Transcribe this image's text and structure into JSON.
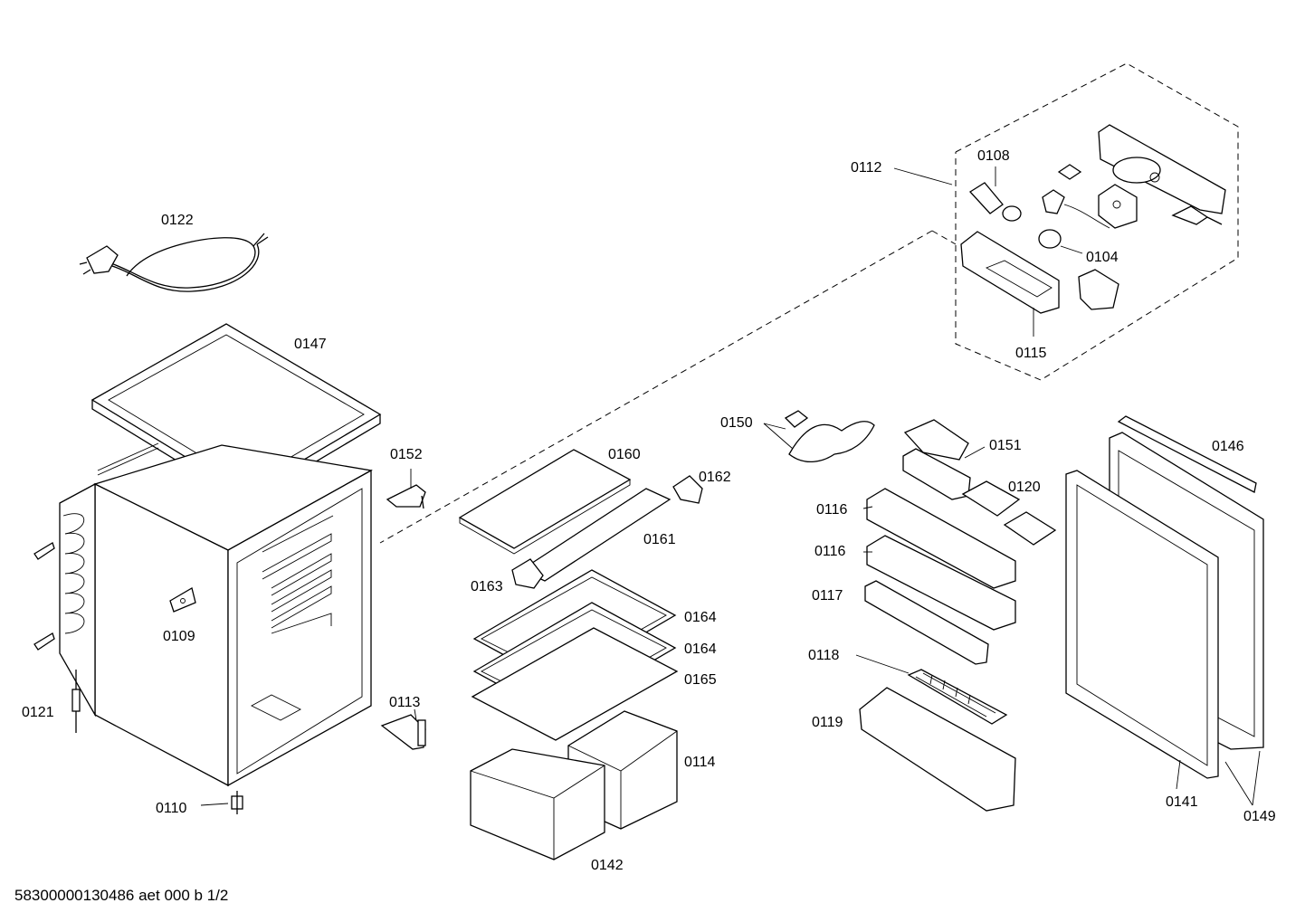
{
  "labels": {
    "p0122": "0122",
    "p0147": "0147",
    "p0152": "0152",
    "p0109": "0109",
    "p0121": "0121",
    "p0110": "0110",
    "p0113": "0113",
    "p0160": "0160",
    "p0162": "0162",
    "p0161": "0161",
    "p0163": "0163",
    "p0164a": "0164",
    "p0164b": "0164",
    "p0165": "0165",
    "p0114": "0114",
    "p0142": "0142",
    "p0112": "0112",
    "p0108": "0108",
    "p0104": "0104",
    "p0115": "0115",
    "p0150": "0150",
    "p0151": "0151",
    "p0120": "0120",
    "p0116a": "0116",
    "p0116b": "0116",
    "p0117": "0117",
    "p0118": "0118",
    "p0119": "0119",
    "p0146": "0146",
    "p0141": "0141",
    "p0149": "0149"
  },
  "footer": {
    "code": "58300000130486 aet 000 b 1/2"
  }
}
